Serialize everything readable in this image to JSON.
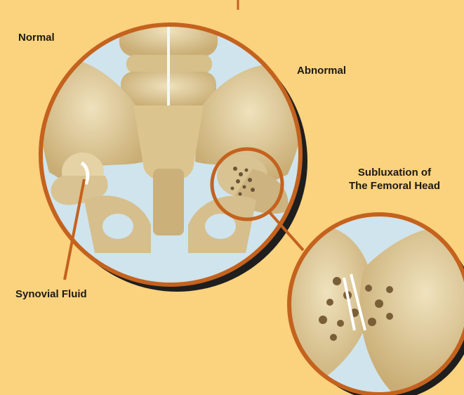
{
  "labels": {
    "normal": "Normal",
    "abnormal": "Abnormal",
    "subluxation_line1": "Subluxation of",
    "subluxation_line2": "The Femoral Head",
    "synovial_fluid": "Synovial Fluid"
  },
  "colors": {
    "background": "#fbd27e",
    "ring": "#c4621e",
    "shadow": "#1e1e1e",
    "circle_fill": "#cfe4ec",
    "bone": "#e2cf9e",
    "bone_shade": "#b89c66"
  }
}
